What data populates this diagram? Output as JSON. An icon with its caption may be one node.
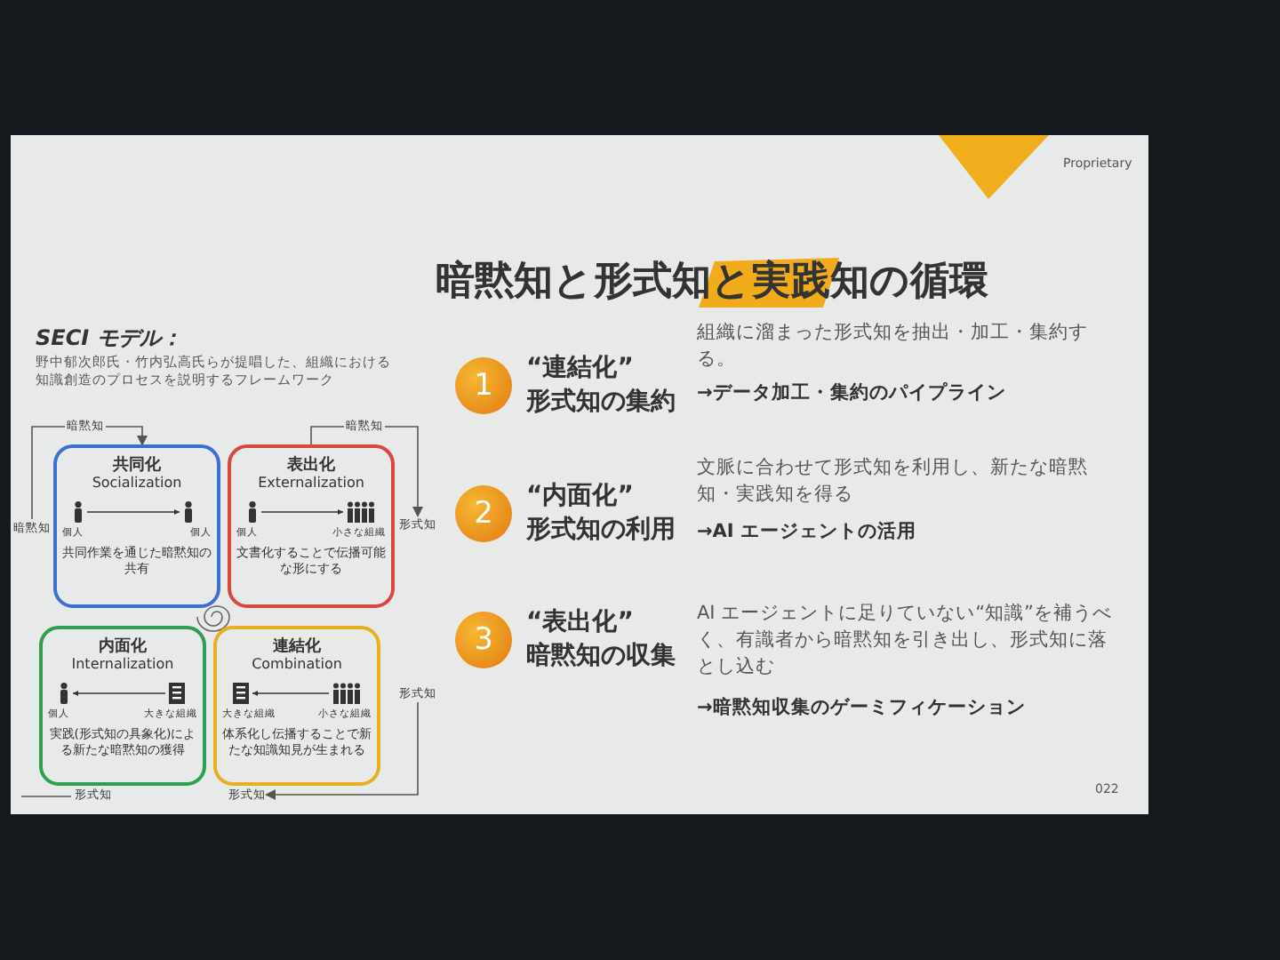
{
  "diagram": {
    "title": "暗黙知と形式知と実践知の循環",
    "nodes": [
      {
        "text": [
          "共同化",
          "Socialization",
          "個人",
          "個人",
          "共同作業を通じた暗黙知の共有"
        ]
      },
      {
        "text": [
          "表出化",
          "Externalization",
          "個人",
          "小さな組織",
          "文書化することで伝播可能な形にする"
        ]
      },
      {
        "text": [
          "内面化",
          "Internalization",
          "個人",
          "大きな組織",
          "実践(形式知の具象化)による新たな暗黙知の獲得"
        ]
      },
      {
        "text": [
          "連結化",
          "Combination",
          "大きな組織",
          "小さな組織",
          "体系化し伝播することで新たな知識知見が生まれる"
        ]
      },
      {
        "text": [
          "暗黙知"
        ]
      },
      {
        "text": [
          "形式知"
        ]
      },
      {
        "text": [
          "形式知"
        ]
      },
      {
        "text": [
          "形式知"
        ]
      },
      {
        "text": [
          "1"
        ],
        "beside": [
          "“連結化”",
          "形式知の集約"
        ]
      },
      {
        "text": [
          "2"
        ],
        "beside": [
          "“内面化”",
          "形式知の利用"
        ]
      },
      {
        "text": [
          "3"
        ],
        "beside": [
          "“表出化”",
          "暗黙知の収集"
        ]
      }
    ],
    "edges": [
      {
        "from": 4,
        "to": 0,
        "arrow": "to",
        "label": "暗黙知"
      },
      {
        "from": 1,
        "to": 5,
        "arrow": "to",
        "label": "暗黙知"
      },
      {
        "from": 6,
        "to": 7,
        "arrow": "to"
      }
    ],
    "labels": [
      "Proprietary",
      "SECI モデル：",
      "野中郁次郎氏・竹内弘高氏らが提唱した、組織における知識創造のプロセスを説明するフレームワーク",
      "組織に溜まった形式知を抽出・加工・集約する。",
      "→データ加工・集約のパイプライン",
      "文脈に合わせて形式知を利用し、新たな暗黙知・実践知を得る",
      "→AI エージェントの活用",
      "AI エージェントに足りていない“知識”を補うべく、有識者から暗黙知を引き出し、形式知に落とし込む",
      "→暗黙知収集のゲーミフィケーション",
      "形式知",
      "022"
    ]
  }
}
